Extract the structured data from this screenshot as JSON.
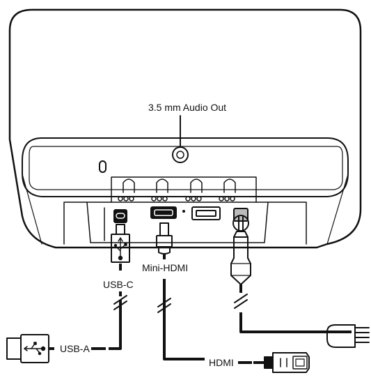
{
  "labels": {
    "audio_out": "3.5 mm Audio Out",
    "mini_hdmi": "Mini-HDMI",
    "usb_c": "USB-C",
    "usb_a": "USB-A",
    "hdmi": "HDMI"
  },
  "colors": {
    "stroke": "#111111",
    "background": "#ffffff"
  }
}
